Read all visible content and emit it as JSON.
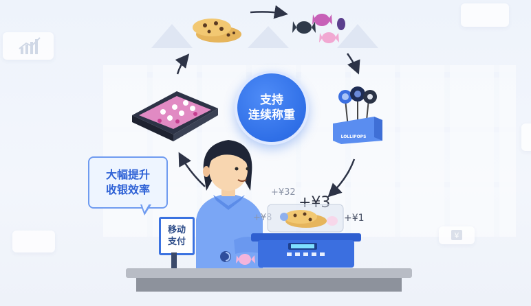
{
  "center_label": {
    "line1": "支持",
    "line2": "连续称重"
  },
  "bubble_label": {
    "line1": "大幅提升",
    "line2": "收银效率"
  },
  "payment_sign": {
    "line1": "移动",
    "line2": "支付"
  },
  "prices": {
    "p32": "+¥32",
    "p3": "+¥3",
    "p8": "+¥8",
    "p1": "+¥1"
  },
  "lollipop_box_label": "LOLLIPOPS",
  "colors": {
    "accent": "#2f6fe7",
    "bubble_border": "#6f9bf0",
    "scale": "#2f5fd0"
  }
}
